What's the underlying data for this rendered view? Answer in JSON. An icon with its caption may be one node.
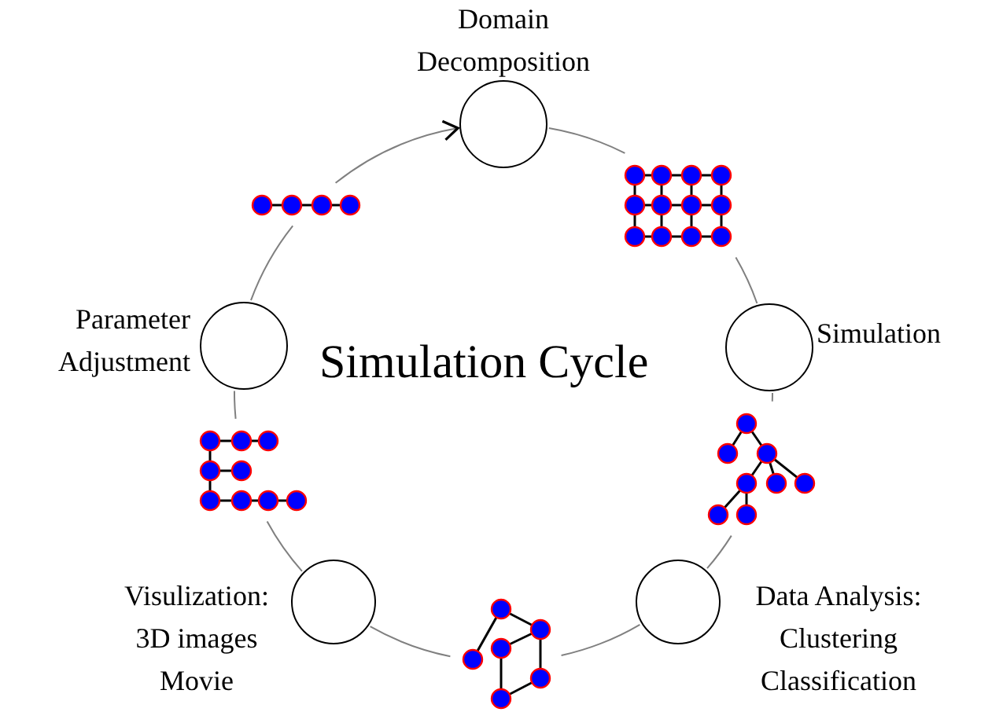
{
  "diagram": {
    "title": "Simulation Cycle",
    "nodes": [
      {
        "text": [],
        "shape": "circle",
        "beside": [
          "Domain Decomposition"
        ]
      },
      {
        "text": [],
        "shape": "circle",
        "beside": [
          "Simulation"
        ]
      },
      {
        "text": [],
        "shape": "circle",
        "beside": [
          "Data Analysis: Clustering Classification"
        ]
      },
      {
        "text": [],
        "shape": "circle",
        "beside": [
          "Visulization: 3D images Movie"
        ]
      },
      {
        "text": [],
        "shape": "circle",
        "beside": [
          "Parameter Adjustment"
        ]
      },
      {
        "text": [],
        "shape": "picture"
      },
      {
        "text": [],
        "shape": "picture"
      },
      {
        "text": [],
        "shape": "picture"
      },
      {
        "text": [],
        "shape": "picture"
      },
      {
        "text": [],
        "shape": "picture"
      }
    ],
    "edges": [
      {
        "from": 0,
        "to": 5,
        "arrow": "none"
      },
      {
        "from": 5,
        "to": 1,
        "arrow": "none"
      },
      {
        "from": 1,
        "to": 6,
        "arrow": "none"
      },
      {
        "from": 6,
        "to": 2,
        "arrow": "none"
      },
      {
        "from": 2,
        "to": 7,
        "arrow": "none"
      },
      {
        "from": 7,
        "to": 3,
        "arrow": "none"
      },
      {
        "from": 3,
        "to": 8,
        "arrow": "none"
      },
      {
        "from": 8,
        "to": 4,
        "arrow": "none"
      },
      {
        "from": 4,
        "to": 9,
        "arrow": "none"
      },
      {
        "from": 9,
        "to": 0,
        "arrow": "to"
      }
    ]
  }
}
